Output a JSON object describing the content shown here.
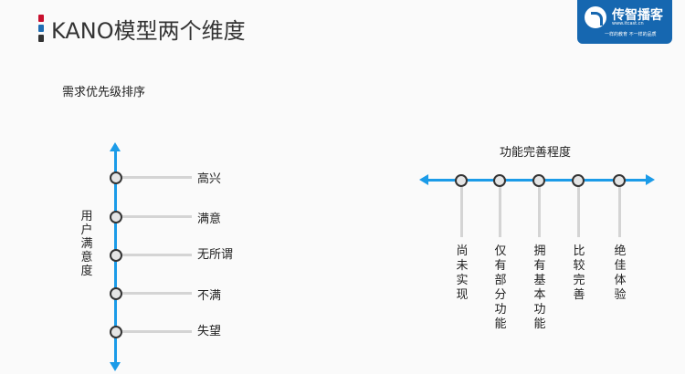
{
  "slide": {
    "title": "KANO模型两个维度",
    "subtitle": "需求优先级排序"
  },
  "logo": {
    "name": "传智播客",
    "url": "www.itcast.cn",
    "slogan": "一样的教育 不一样的品质"
  },
  "satisfaction_axis": {
    "label": "用户满意度",
    "levels": [
      "高兴",
      "满意",
      "无所谓",
      "不满",
      "失望"
    ]
  },
  "completeness_axis": {
    "label": "功能完善程度",
    "levels": [
      "尚未实现",
      "仅有部分功能",
      "拥有基本功能",
      "比较完善",
      "绝佳体验"
    ]
  },
  "colors": {
    "axis": "#1b9be8",
    "tick": "#d4d4d4",
    "brand": "#1667b0"
  }
}
